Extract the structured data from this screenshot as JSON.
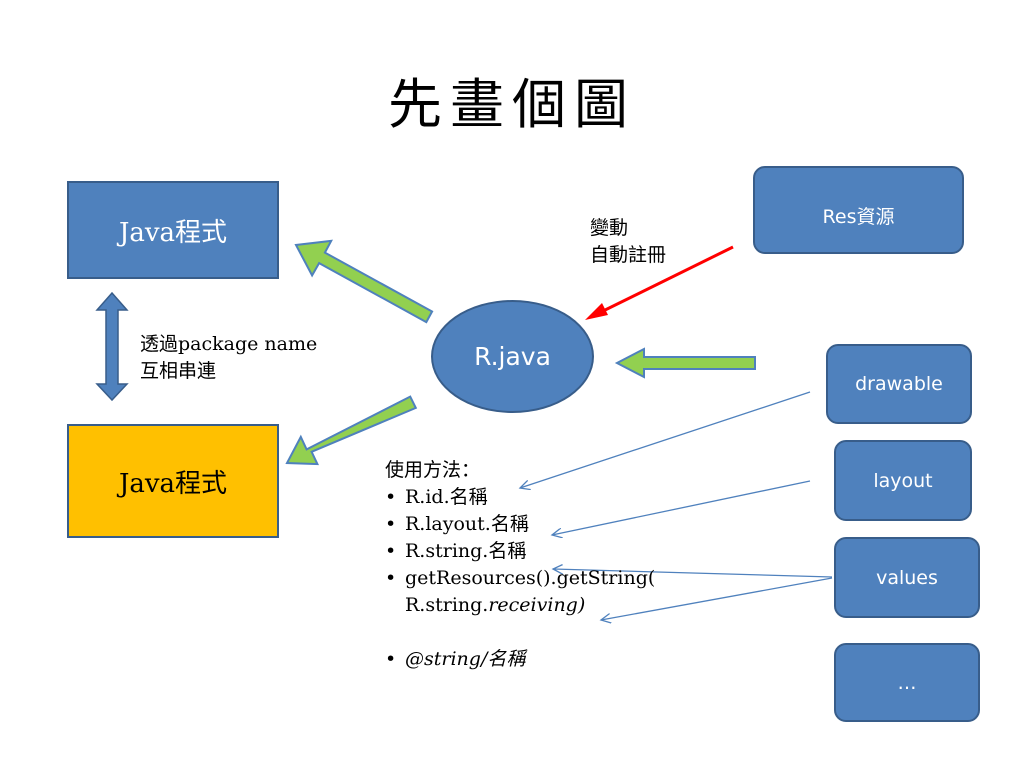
{
  "title": "先畫個圖",
  "boxes": {
    "java_top": "Java程式",
    "java_bottom": "Java程式",
    "r_java": "R.java",
    "res": "Res資源",
    "drawable": "drawable",
    "layout": "layout",
    "values": "values",
    "more": "…"
  },
  "labels": {
    "package_line1": "透過package name",
    "package_line2": "互相串連",
    "change_line1": "變動",
    "change_line2": "自動註冊"
  },
  "usage": {
    "heading": "使用方法：",
    "items": [
      "R.id.名稱",
      "R.layout.名稱",
      "R.string.名稱",
      "getResources().getString("
    ],
    "item4_cont_plain": "R.string.",
    "item4_cont_italic": "receiving)",
    "item5": "@string/名稱"
  },
  "colors": {
    "box_blue": "#4f81bd",
    "box_border": "#385d8a",
    "java_bottom_fill": "#ffc000",
    "green_arrow": "#92d050",
    "red_arrow": "#ff0000",
    "thin_arrow": "#4f81bd"
  }
}
